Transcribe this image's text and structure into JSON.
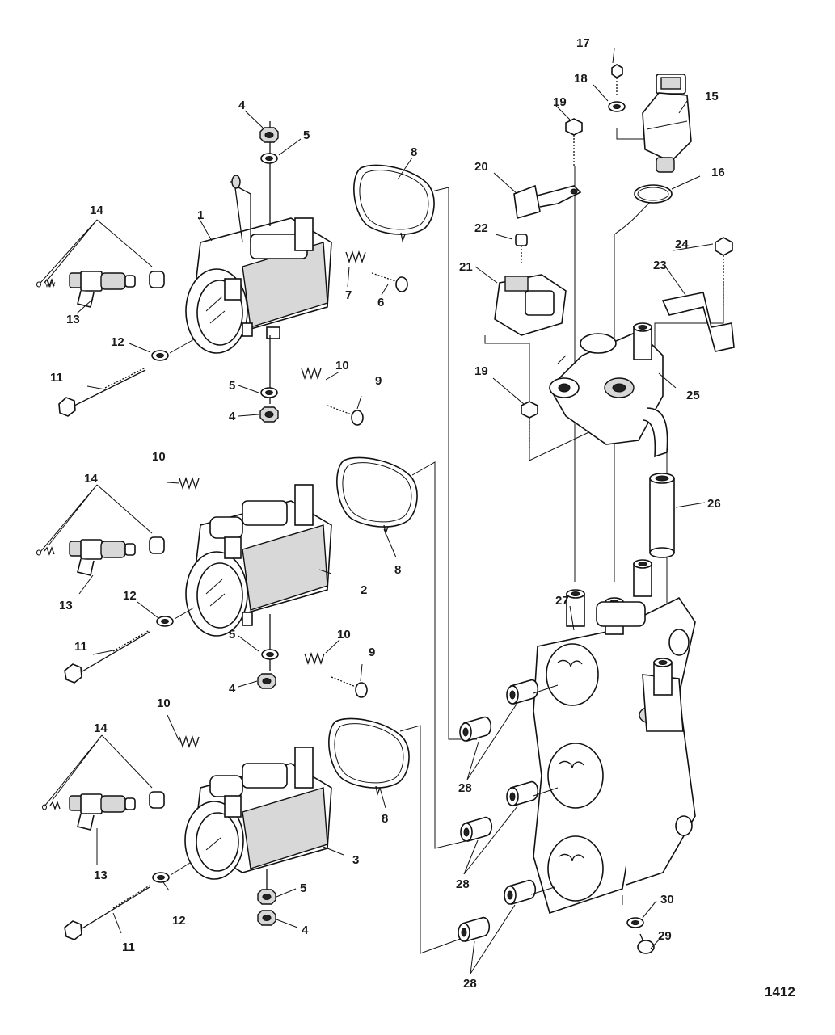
{
  "figure_number": "1412",
  "callouts": [
    {
      "id": "c1",
      "label": "1"
    },
    {
      "id": "c2",
      "label": "2"
    },
    {
      "id": "c3",
      "label": "3"
    },
    {
      "id": "c4a",
      "label": "4"
    },
    {
      "id": "c4b",
      "label": "4"
    },
    {
      "id": "c4c",
      "label": "4"
    },
    {
      "id": "c4d",
      "label": "4"
    },
    {
      "id": "c5a",
      "label": "5"
    },
    {
      "id": "c5b",
      "label": "5"
    },
    {
      "id": "c5c",
      "label": "5"
    },
    {
      "id": "c5d",
      "label": "5"
    },
    {
      "id": "c6",
      "label": "6"
    },
    {
      "id": "c7",
      "label": "7"
    },
    {
      "id": "c8a",
      "label": "8"
    },
    {
      "id": "c8b",
      "label": "8"
    },
    {
      "id": "c8c",
      "label": "8"
    },
    {
      "id": "c9a",
      "label": "9"
    },
    {
      "id": "c9b",
      "label": "9"
    },
    {
      "id": "c10a",
      "label": "10"
    },
    {
      "id": "c10b",
      "label": "10"
    },
    {
      "id": "c10c",
      "label": "10"
    },
    {
      "id": "c10d",
      "label": "10"
    },
    {
      "id": "c11a",
      "label": "11"
    },
    {
      "id": "c11b",
      "label": "11"
    },
    {
      "id": "c11c",
      "label": "11"
    },
    {
      "id": "c12a",
      "label": "12"
    },
    {
      "id": "c12b",
      "label": "12"
    },
    {
      "id": "c12c",
      "label": "12"
    },
    {
      "id": "c13a",
      "label": "13"
    },
    {
      "id": "c13b",
      "label": "13"
    },
    {
      "id": "c13c",
      "label": "13"
    },
    {
      "id": "c14a",
      "label": "14"
    },
    {
      "id": "c14b",
      "label": "14"
    },
    {
      "id": "c14c",
      "label": "14"
    },
    {
      "id": "c15",
      "label": "15"
    },
    {
      "id": "c16",
      "label": "16"
    },
    {
      "id": "c17",
      "label": "17"
    },
    {
      "id": "c18",
      "label": "18"
    },
    {
      "id": "c19a",
      "label": "19"
    },
    {
      "id": "c19b",
      "label": "19"
    },
    {
      "id": "c20",
      "label": "20"
    },
    {
      "id": "c21",
      "label": "21"
    },
    {
      "id": "c22",
      "label": "22"
    },
    {
      "id": "c23",
      "label": "23"
    },
    {
      "id": "c24",
      "label": "24"
    },
    {
      "id": "c25",
      "label": "25"
    },
    {
      "id": "c26",
      "label": "26"
    },
    {
      "id": "c27",
      "label": "27"
    },
    {
      "id": "c28a",
      "label": "28"
    },
    {
      "id": "c28b",
      "label": "28"
    },
    {
      "id": "c28c",
      "label": "28"
    },
    {
      "id": "c29",
      "label": "29"
    },
    {
      "id": "c30",
      "label": "30"
    }
  ]
}
